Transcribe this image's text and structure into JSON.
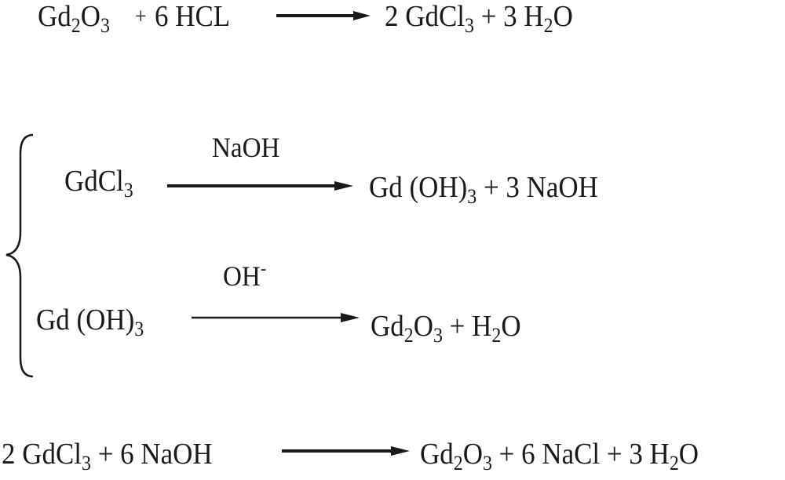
{
  "reaction1": {
    "reactant_a": {
      "element": "Gd",
      "n1": "2",
      "mid": "O",
      "n2": "3"
    },
    "plus": "+",
    "reactant_b": "6 HCL",
    "product_a": {
      "coef": "2 ",
      "formula": "GdCl",
      "n": "3"
    },
    "plus2": " + ",
    "product_b": {
      "coef": "3 ",
      "formula": "H",
      "n": "2",
      "tail": "O"
    }
  },
  "step1": {
    "reactant": {
      "formula": "GdCl",
      "n": "3"
    },
    "condition": "NaOH",
    "product_a": {
      "formula": "Gd (OH)",
      "n": "3"
    },
    "plus": " + ",
    "product_b": "3 NaOH"
  },
  "step2": {
    "reactant": {
      "formula": "Gd (OH)",
      "n": "3"
    },
    "condition": {
      "base": "OH",
      "charge": "-"
    },
    "product_a": {
      "element": "Gd",
      "n1": "2",
      "mid": "O",
      "n2": "3"
    },
    "plus": " + ",
    "product_b": {
      "formula": "H",
      "n": "2",
      "tail": "O"
    }
  },
  "overall": {
    "reactant_a": {
      "coef": "2 ",
      "formula": "GdCl",
      "n": "3"
    },
    "plus": " + ",
    "reactant_b": "6 NaOH",
    "product_a": {
      "element": "Gd",
      "n1": "2",
      "mid": "O",
      "n2": "3"
    },
    "plus2": " + ",
    "product_b": "6 NaCl",
    "plus3": " + ",
    "product_c": {
      "coef": "3 ",
      "formula": "H",
      "n": "2",
      "tail": "O"
    }
  },
  "colors": {
    "ink": "#1a1a1a",
    "background": "#ffffff"
  }
}
